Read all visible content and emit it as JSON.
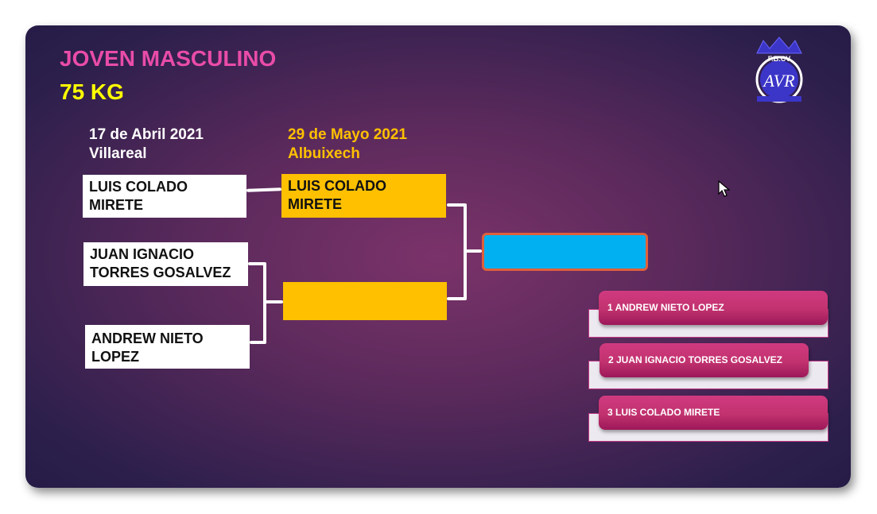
{
  "header": {
    "category": "JOVEN MASCULINO",
    "weight": "75 KG"
  },
  "logo": {
    "text": "F.B.CV",
    "monogram": "AVR"
  },
  "rounds": [
    {
      "date": "17 de Abril 2021",
      "place": "Villareal"
    },
    {
      "date": "29 de Mayo 2021",
      "place": "Albuixech"
    }
  ],
  "round1": [
    {
      "line1": "LUIS COLADO",
      "line2": "MIRETE"
    },
    {
      "line1": "JUAN IGNACIO",
      "line2": "TORRES GOSALVEZ"
    },
    {
      "line1": "ANDREW NIETO",
      "line2": "LOPEZ"
    }
  ],
  "round2": [
    {
      "line1": "LUIS COLADO",
      "line2": "MIRETE"
    },
    {
      "line1": "",
      "line2": ""
    }
  ],
  "final": {
    "winner": ""
  },
  "podium": [
    "1 ANDREW NIETO LOPEZ",
    "2 JUAN IGNACIO TORRES GOSALVEZ",
    "3  LUIS COLADO MIRETE"
  ],
  "colors": {
    "title": "#e94ca8",
    "weight": "#ffff00",
    "round2": "#ffc000",
    "final": "#00b0f0",
    "podium": "#c2326f"
  }
}
